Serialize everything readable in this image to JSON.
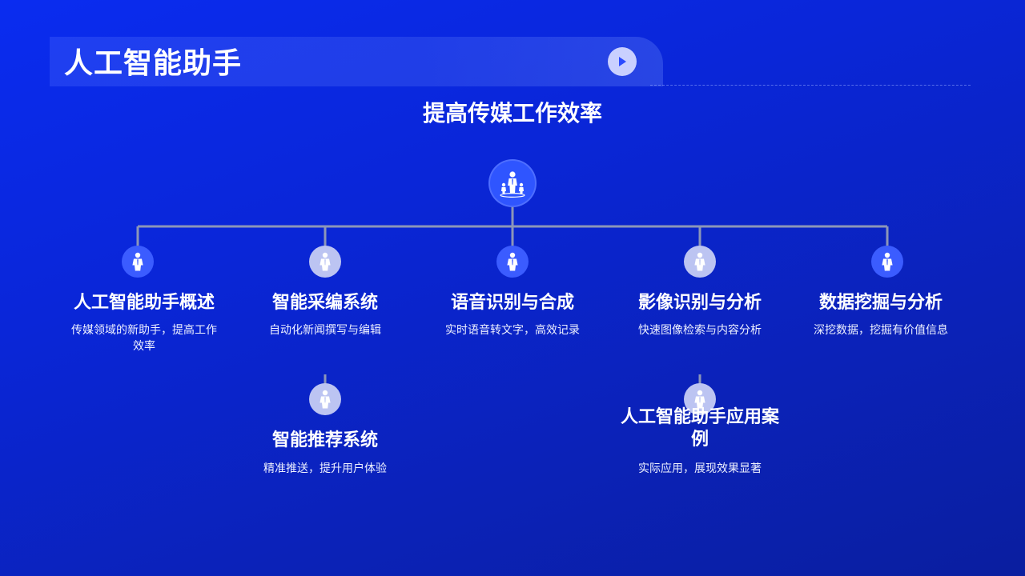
{
  "header": {
    "title": "人工智能助手"
  },
  "diagram": {
    "title": "提高传媒工作效率",
    "root_icon": "team-leader-icon",
    "nodes": [
      {
        "title": "人工智能助手概述",
        "desc": "传媒领域的新助手，提高工作效率",
        "icon": "person-icon"
      },
      {
        "title": "智能采编系统",
        "desc": "自动化新闻撰写与编辑",
        "icon": "person-icon"
      },
      {
        "title": "语音识别与合成",
        "desc": "实时语音转文字，高效记录",
        "icon": "person-icon"
      },
      {
        "title": "影像识别与分析",
        "desc": "快速图像检索与内容分析",
        "icon": "person-icon"
      },
      {
        "title": "数据挖掘与分析",
        "desc": "深挖数据，挖掘有价值信息",
        "icon": "person-icon"
      }
    ],
    "sub_nodes": [
      {
        "title": "智能推荐系统",
        "desc": "精准推送，提升用户体验",
        "icon": "person-icon"
      },
      {
        "title": "人工智能助手应用案例",
        "desc": "实际应用，展现效果显著",
        "icon": "person-icon"
      }
    ]
  },
  "colors": {
    "background": "#0a26d8",
    "node_primary": "#3b5cff",
    "node_light": "#bcc4f2",
    "connector": "#8c96b8"
  }
}
